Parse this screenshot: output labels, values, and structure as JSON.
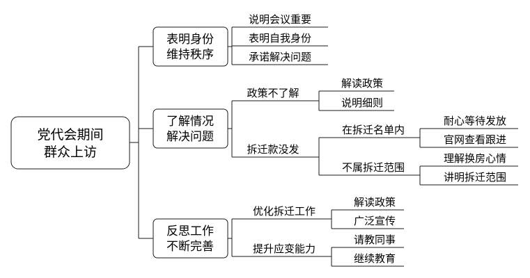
{
  "root": {
    "line1": "党代会期间",
    "line2": "群众上访"
  },
  "branches": [
    {
      "line1": "表明身份",
      "line2": "维持秩序",
      "leaves": [
        "说明会议重要",
        "表明自我身份",
        "承诺解决问题"
      ]
    },
    {
      "line1": "了解情况",
      "line2": "解决问题",
      "sub": [
        {
          "label": "政策不了解",
          "leaves": [
            "解读政策",
            "说明细则"
          ]
        },
        {
          "label": "拆迁款没发",
          "sub": [
            {
              "label": "在拆迁名单内",
              "leaves": [
                "耐心等待发放",
                "官网查看跟进"
              ]
            },
            {
              "label": "不属拆迁范围",
              "leaves": [
                "理解换房心情",
                "讲明拆迁范围"
              ]
            }
          ]
        }
      ]
    },
    {
      "line1": "反思工作",
      "line2": "不断完善",
      "sub": [
        {
          "label": "优化拆迁工作",
          "leaves": [
            "解读政策",
            "广泛宣传"
          ]
        },
        {
          "label": "提升应变能力",
          "leaves": [
            "请教同事",
            "继续教育"
          ]
        }
      ]
    }
  ]
}
